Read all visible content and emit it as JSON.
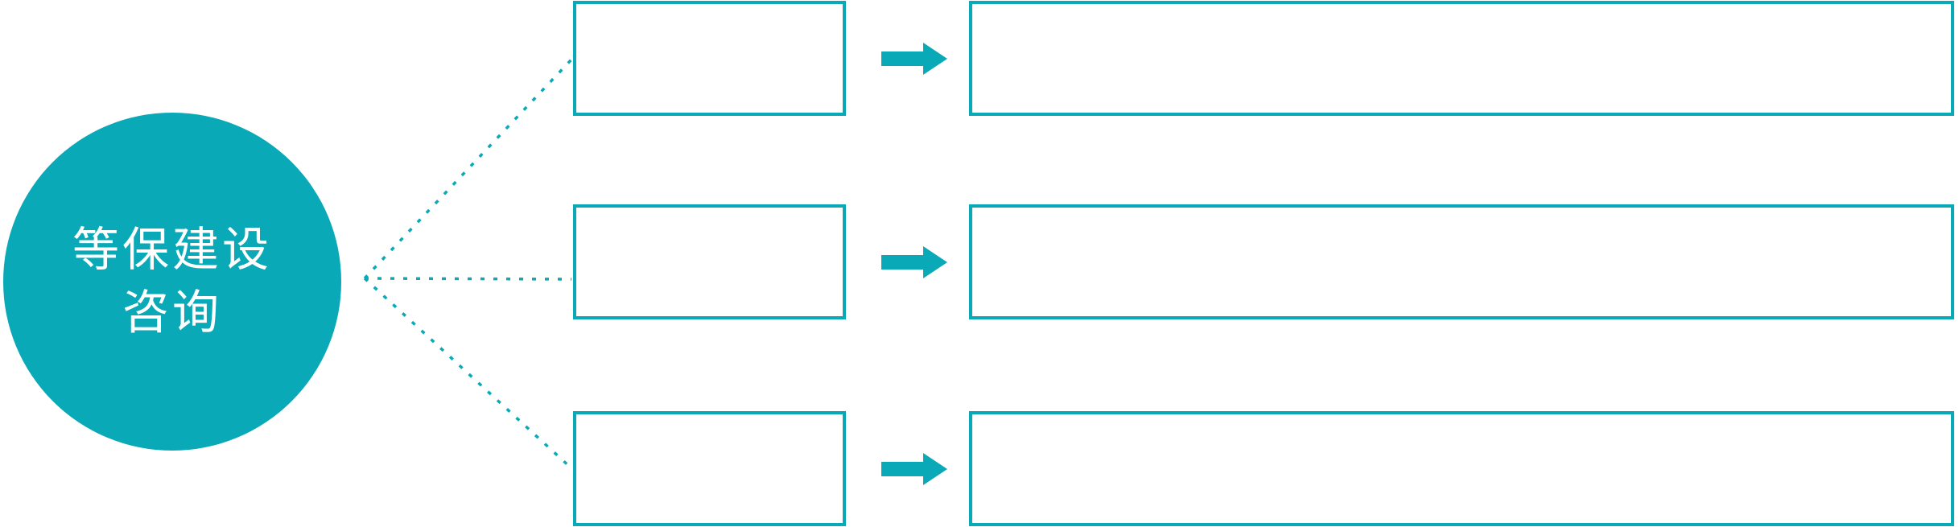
{
  "diagram": {
    "accent_color": "#09a9b8",
    "hub": {
      "label_line1": "等保建设",
      "label_line2": "咨询"
    },
    "arrow_icon": "arrow-right",
    "rows": [
      {
        "small_box_text": "",
        "big_box_text": ""
      },
      {
        "small_box_text": "",
        "big_box_text": ""
      },
      {
        "small_box_text": "",
        "big_box_text": ""
      }
    ]
  }
}
